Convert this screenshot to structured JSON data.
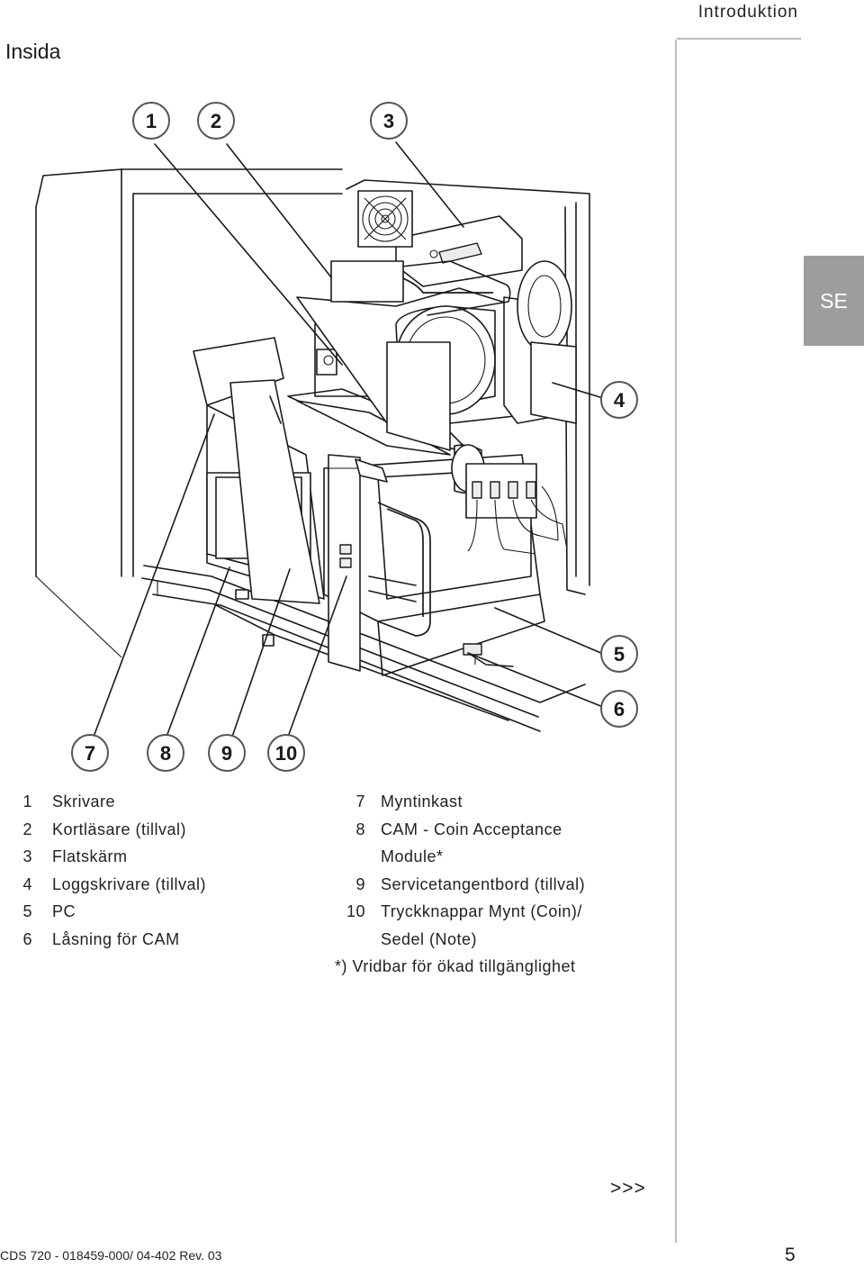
{
  "header": {
    "section_title": "Insida",
    "chapter_title": "Introduktion",
    "language_tab": "SE"
  },
  "callouts": {
    "c1": "1",
    "c2": "2",
    "c3": "3",
    "c4": "4",
    "c5": "5",
    "c6": "6",
    "c7": "7",
    "c8": "8",
    "c9": "9",
    "c10": "10"
  },
  "legend_left": [
    {
      "num": "1",
      "label": "Skrivare"
    },
    {
      "num": "2",
      "label": "Kortläsare (tillval)"
    },
    {
      "num": "3",
      "label": "Flatskärm"
    },
    {
      "num": "4",
      "label": "Loggskrivare (tillval)"
    },
    {
      "num": "5",
      "label": "PC"
    },
    {
      "num": "6",
      "label": "Låsning för CAM"
    }
  ],
  "legend_right": {
    "i7": {
      "num": "7",
      "label": "Myntinkast"
    },
    "i8": {
      "num": "8",
      "label": "CAM - Coin Acceptance",
      "label2": "Module*"
    },
    "i9": {
      "num": "9",
      "label": "Servicetangentbord (tillval)"
    },
    "i10": {
      "num": "10",
      "label": "Tryckknappar Mynt (Coin)/",
      "label2": "Sedel (Note)"
    },
    "footnote": "*) Vridbar för ökad tillgänglighet"
  },
  "footer": {
    "continue_marker": ">>>",
    "doc_code": "CDS 720 - 018459-000/ 04-402 Rev. 03",
    "page_number": "5"
  }
}
